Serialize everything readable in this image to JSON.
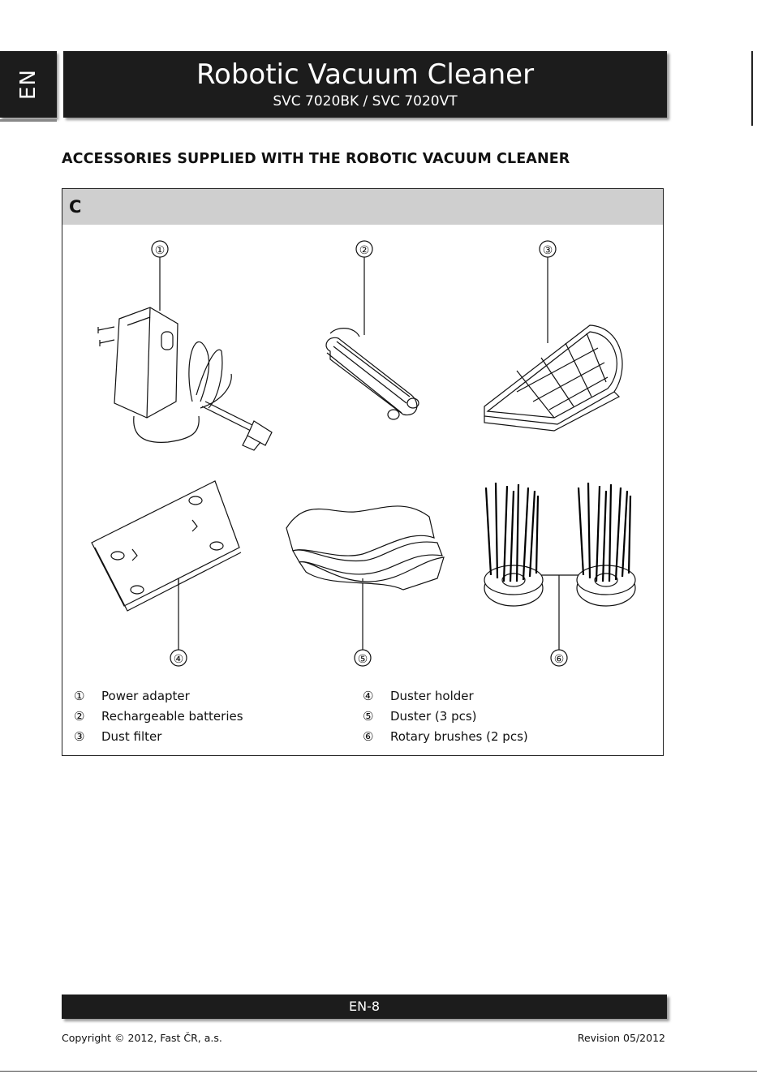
{
  "header": {
    "language": "EN",
    "title": "Robotic Vacuum Cleaner",
    "subtitle": "SVC 7020BK / SVC 7020VT"
  },
  "section": {
    "heading": "ACCESSORIES SUPPLIED WITH THE ROBOTIC VACUUM CLEANER",
    "figure_label": "C"
  },
  "callouts": [
    "①",
    "②",
    "③",
    "④",
    "⑤",
    "⑥"
  ],
  "legend": [
    {
      "num": "①",
      "label": "Power adapter"
    },
    {
      "num": "②",
      "label": "Rechargeable batteries"
    },
    {
      "num": "③",
      "label": "Dust filter"
    },
    {
      "num": "④",
      "label": "Duster holder"
    },
    {
      "num": "⑤",
      "label": "Duster (3 pcs)"
    },
    {
      "num": "⑥",
      "label": "Rotary brushes (2 pcs)"
    }
  ],
  "footer": {
    "page": "EN-8",
    "copyright": "Copyright © 2012, Fast ČR, a.s.",
    "revision": "Revision 05/2012"
  },
  "colors": {
    "bar": "#1c1c1c",
    "label_bar": "#cfcfcf"
  }
}
